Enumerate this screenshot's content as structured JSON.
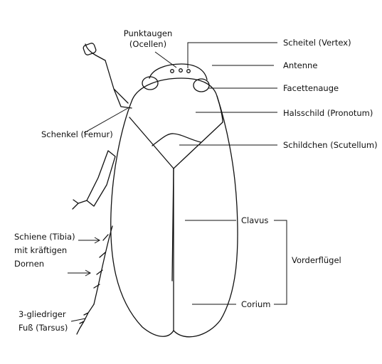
{
  "labels": {
    "ocelli_line1": "Punktaugen",
    "ocelli_line2": "(Ocellen)",
    "vertex": "Scheitel (Vertex)",
    "antenna": "Antenne",
    "compound_eye": "Facettenauge",
    "pronotum": "Halsschild (Pronotum)",
    "femur": "Schenkel (Femur)",
    "scutellum": "Schildchen (Scutellum)",
    "tibia_line1": "Schiene (Tibia)",
    "tibia_line2": "mit kräftigen",
    "tibia_line3": "Dornen",
    "clavus": "Clavus",
    "forewing": "Vorderflügel",
    "corium": "Corium",
    "tarsus_line1": "3-gliedriger",
    "tarsus_line2": "Fuß (Tarsus)"
  },
  "colors": {
    "ink": "#111111",
    "background": "#ffffff"
  }
}
